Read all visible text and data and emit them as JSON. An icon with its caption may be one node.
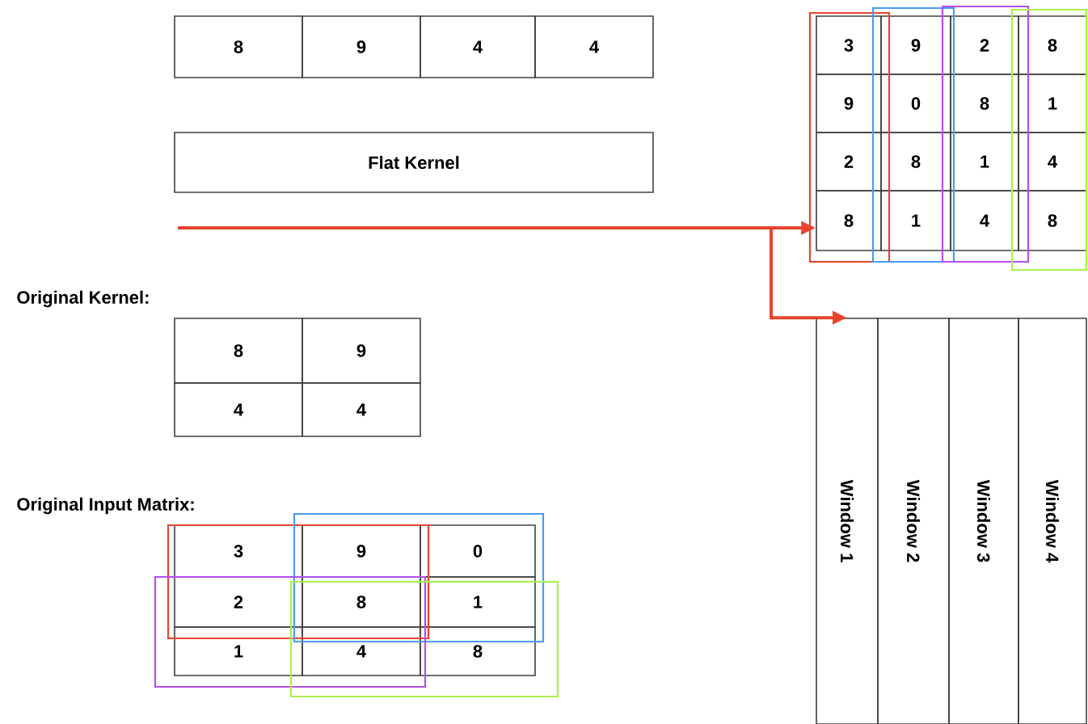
{
  "diagram": {
    "nodes": [
      {
        "text": [
          "8"
        ]
      },
      {
        "text": [
          "9"
        ]
      },
      {
        "text": [
          "4"
        ]
      },
      {
        "text": [
          "4"
        ]
      },
      {
        "text": [
          "Flat Kernel"
        ]
      },
      {
        "text": [
          "8"
        ]
      },
      {
        "text": [
          "9"
        ]
      },
      {
        "text": [
          "4"
        ]
      },
      {
        "text": [
          "4"
        ]
      },
      {
        "text": [
          "3"
        ]
      },
      {
        "text": [
          "9"
        ]
      },
      {
        "text": [
          "0"
        ]
      },
      {
        "text": [
          "2"
        ]
      },
      {
        "text": [
          "8"
        ]
      },
      {
        "text": [
          "1"
        ]
      },
      {
        "text": [
          "1"
        ]
      },
      {
        "text": [
          "4"
        ]
      },
      {
        "text": [
          "8"
        ]
      },
      {
        "text": [
          "3"
        ]
      },
      {
        "text": [
          "9"
        ]
      },
      {
        "text": [
          "2"
        ]
      },
      {
        "text": [
          "8"
        ]
      },
      {
        "text": [
          "9"
        ]
      },
      {
        "text": [
          "0"
        ]
      },
      {
        "text": [
          "8"
        ]
      },
      {
        "text": [
          "1"
        ]
      },
      {
        "text": [
          "2"
        ]
      },
      {
        "text": [
          "8"
        ]
      },
      {
        "text": [
          "1"
        ]
      },
      {
        "text": [
          "4"
        ]
      },
      {
        "text": [
          "8"
        ]
      },
      {
        "text": [
          "1"
        ]
      },
      {
        "text": [
          "4"
        ]
      },
      {
        "text": [
          "8"
        ]
      },
      {
        "text": [
          "Window 1"
        ]
      },
      {
        "text": [
          "Window 2"
        ]
      },
      {
        "text": [
          "Window 3"
        ]
      },
      {
        "text": [
          "Window 4"
        ]
      }
    ],
    "edges": [
      {
        "from": null,
        "to": 30,
        "arrow": "to"
      },
      {
        "from": null,
        "to": 34,
        "arrow": "to"
      }
    ],
    "labels": [
      "Original Kernel:",
      "Original Input Matrix:"
    ]
  }
}
